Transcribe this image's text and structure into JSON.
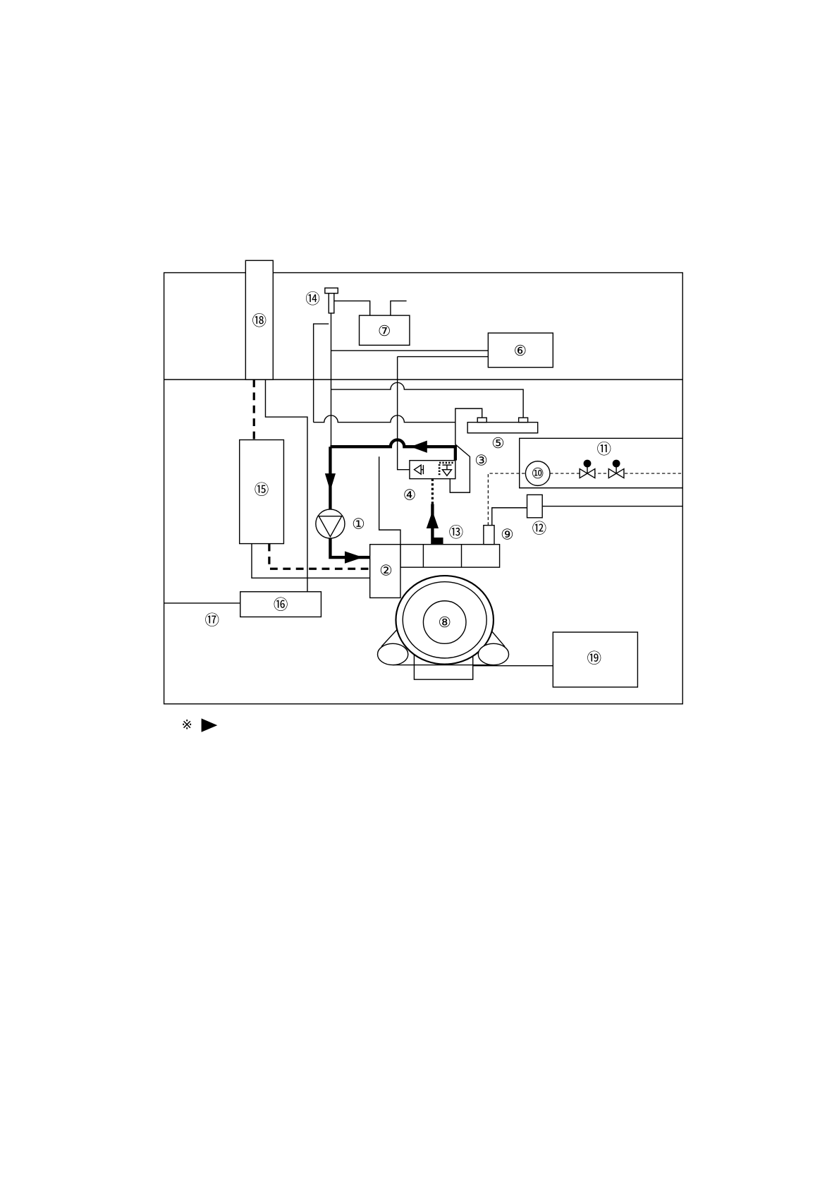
{
  "callouts": {
    "c1": "①",
    "c2": "②",
    "c3": "③",
    "c4": "④",
    "c5": "⑤",
    "c6": "⑥",
    "c7": "⑦",
    "c8": "⑧",
    "c9": "⑨",
    "c10": "⑩",
    "c11": "⑪",
    "c12": "⑫",
    "c13": "⑬",
    "c14": "⑭",
    "c15": "⑮",
    "c16": "⑯",
    "c17": "⑰",
    "c18": "⑱",
    "c19": "⑲"
  },
  "legend": {
    "mark": "※",
    "arrow_icon": "filled-triangle-arrow-icon"
  }
}
